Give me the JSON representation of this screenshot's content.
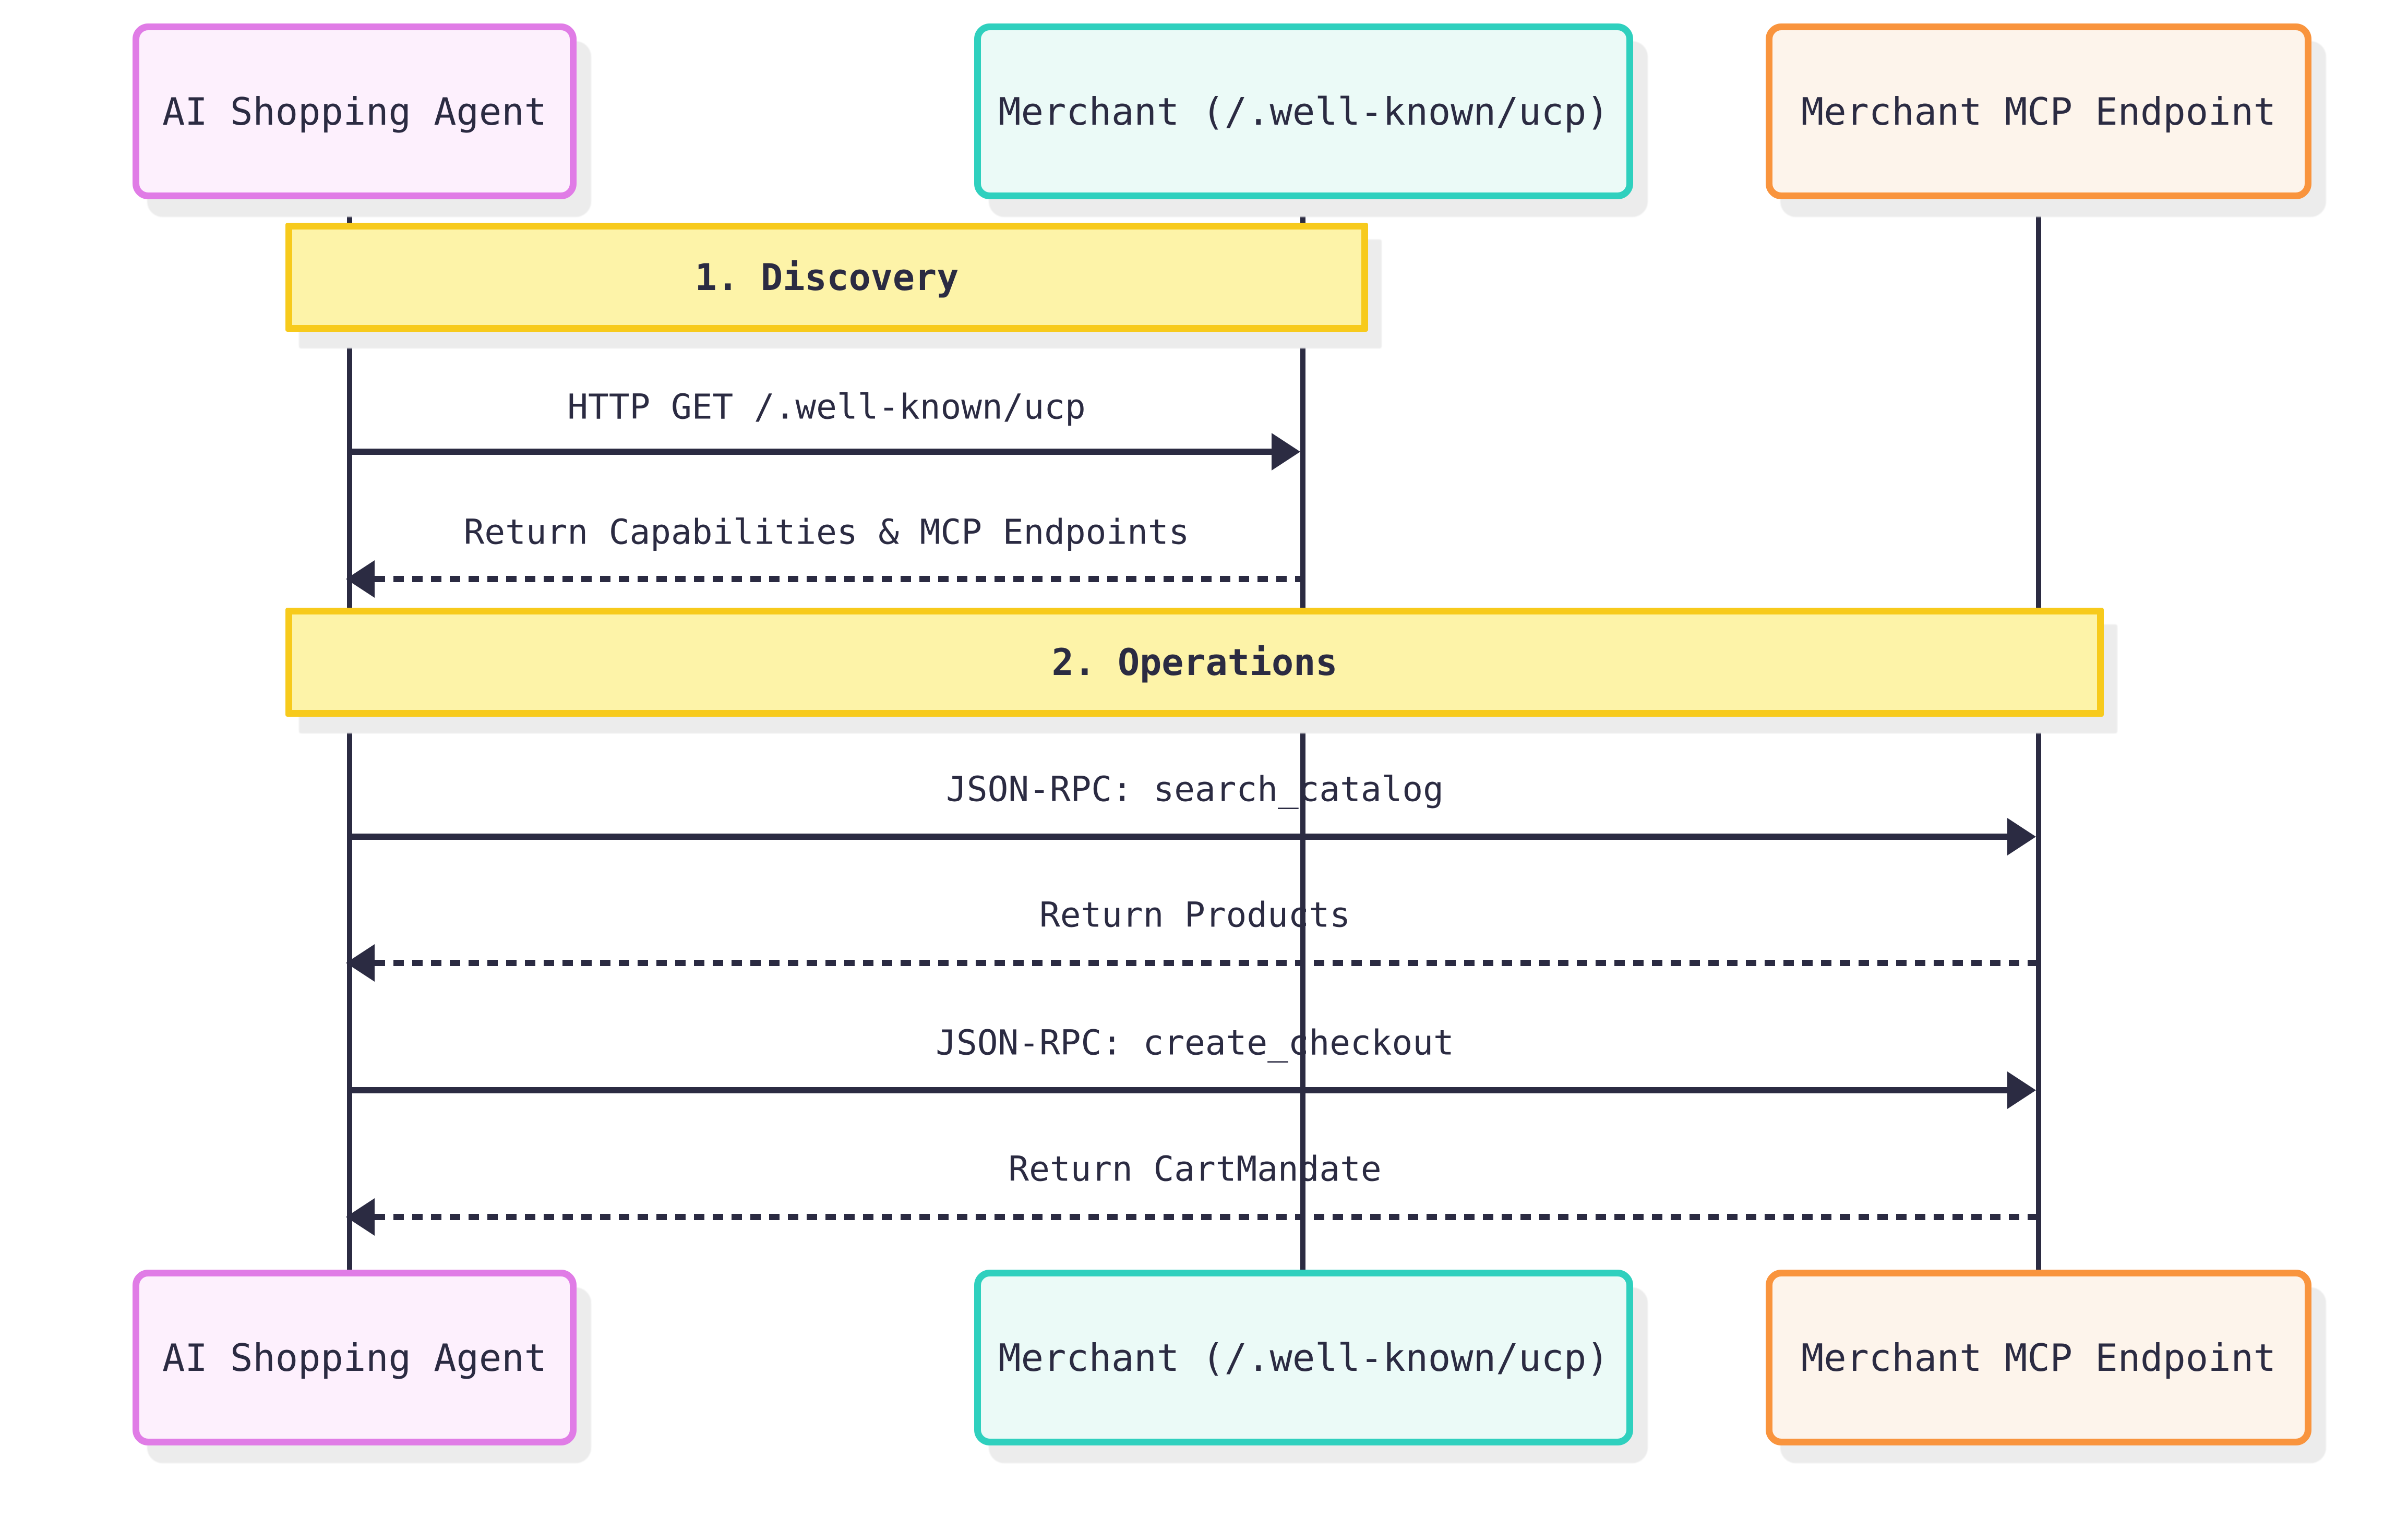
{
  "diagram": {
    "type": "sequence-diagram",
    "actors": [
      {
        "id": "ai-shopping-agent",
        "label": "AI Shopping Agent"
      },
      {
        "id": "merchant-well-known",
        "label": "Merchant (/.well-known/ucp)"
      },
      {
        "id": "merchant-mcp-endpoint",
        "label": "Merchant MCP Endpoint"
      }
    ],
    "sections": [
      {
        "id": "discovery",
        "label": "1. Discovery"
      },
      {
        "id": "operations",
        "label": "2. Operations"
      }
    ],
    "messages": [
      {
        "from": "ai-shopping-agent",
        "to": "merchant-well-known",
        "style": "solid",
        "label": "HTTP GET /.well-known/ucp"
      },
      {
        "from": "merchant-well-known",
        "to": "ai-shopping-agent",
        "style": "dotted",
        "label": "Return Capabilities & MCP Endpoints"
      },
      {
        "from": "ai-shopping-agent",
        "to": "merchant-mcp-endpoint",
        "style": "solid",
        "label": "JSON-RPC: search_catalog"
      },
      {
        "from": "merchant-mcp-endpoint",
        "to": "ai-shopping-agent",
        "style": "dotted",
        "label": "Return Products"
      },
      {
        "from": "ai-shopping-agent",
        "to": "merchant-mcp-endpoint",
        "style": "solid",
        "label": "JSON-RPC: create_checkout"
      },
      {
        "from": "merchant-mcp-endpoint",
        "to": "ai-shopping-agent",
        "style": "dotted",
        "label": "Return CartMandate"
      }
    ],
    "colors": {
      "ink": "#2b2b42",
      "agent_border": "#e07ce6",
      "agent_fill": "#fdf0fd",
      "merchant_border": "#2fd0be",
      "merchant_fill": "#ebfaf7",
      "mcp_border": "#f9943d",
      "mcp_fill": "#fdf4eb",
      "band_border": "#f7ca1c",
      "band_fill": "#fdf3a8",
      "shadow": "#ececec",
      "background": "#ffffff"
    }
  }
}
